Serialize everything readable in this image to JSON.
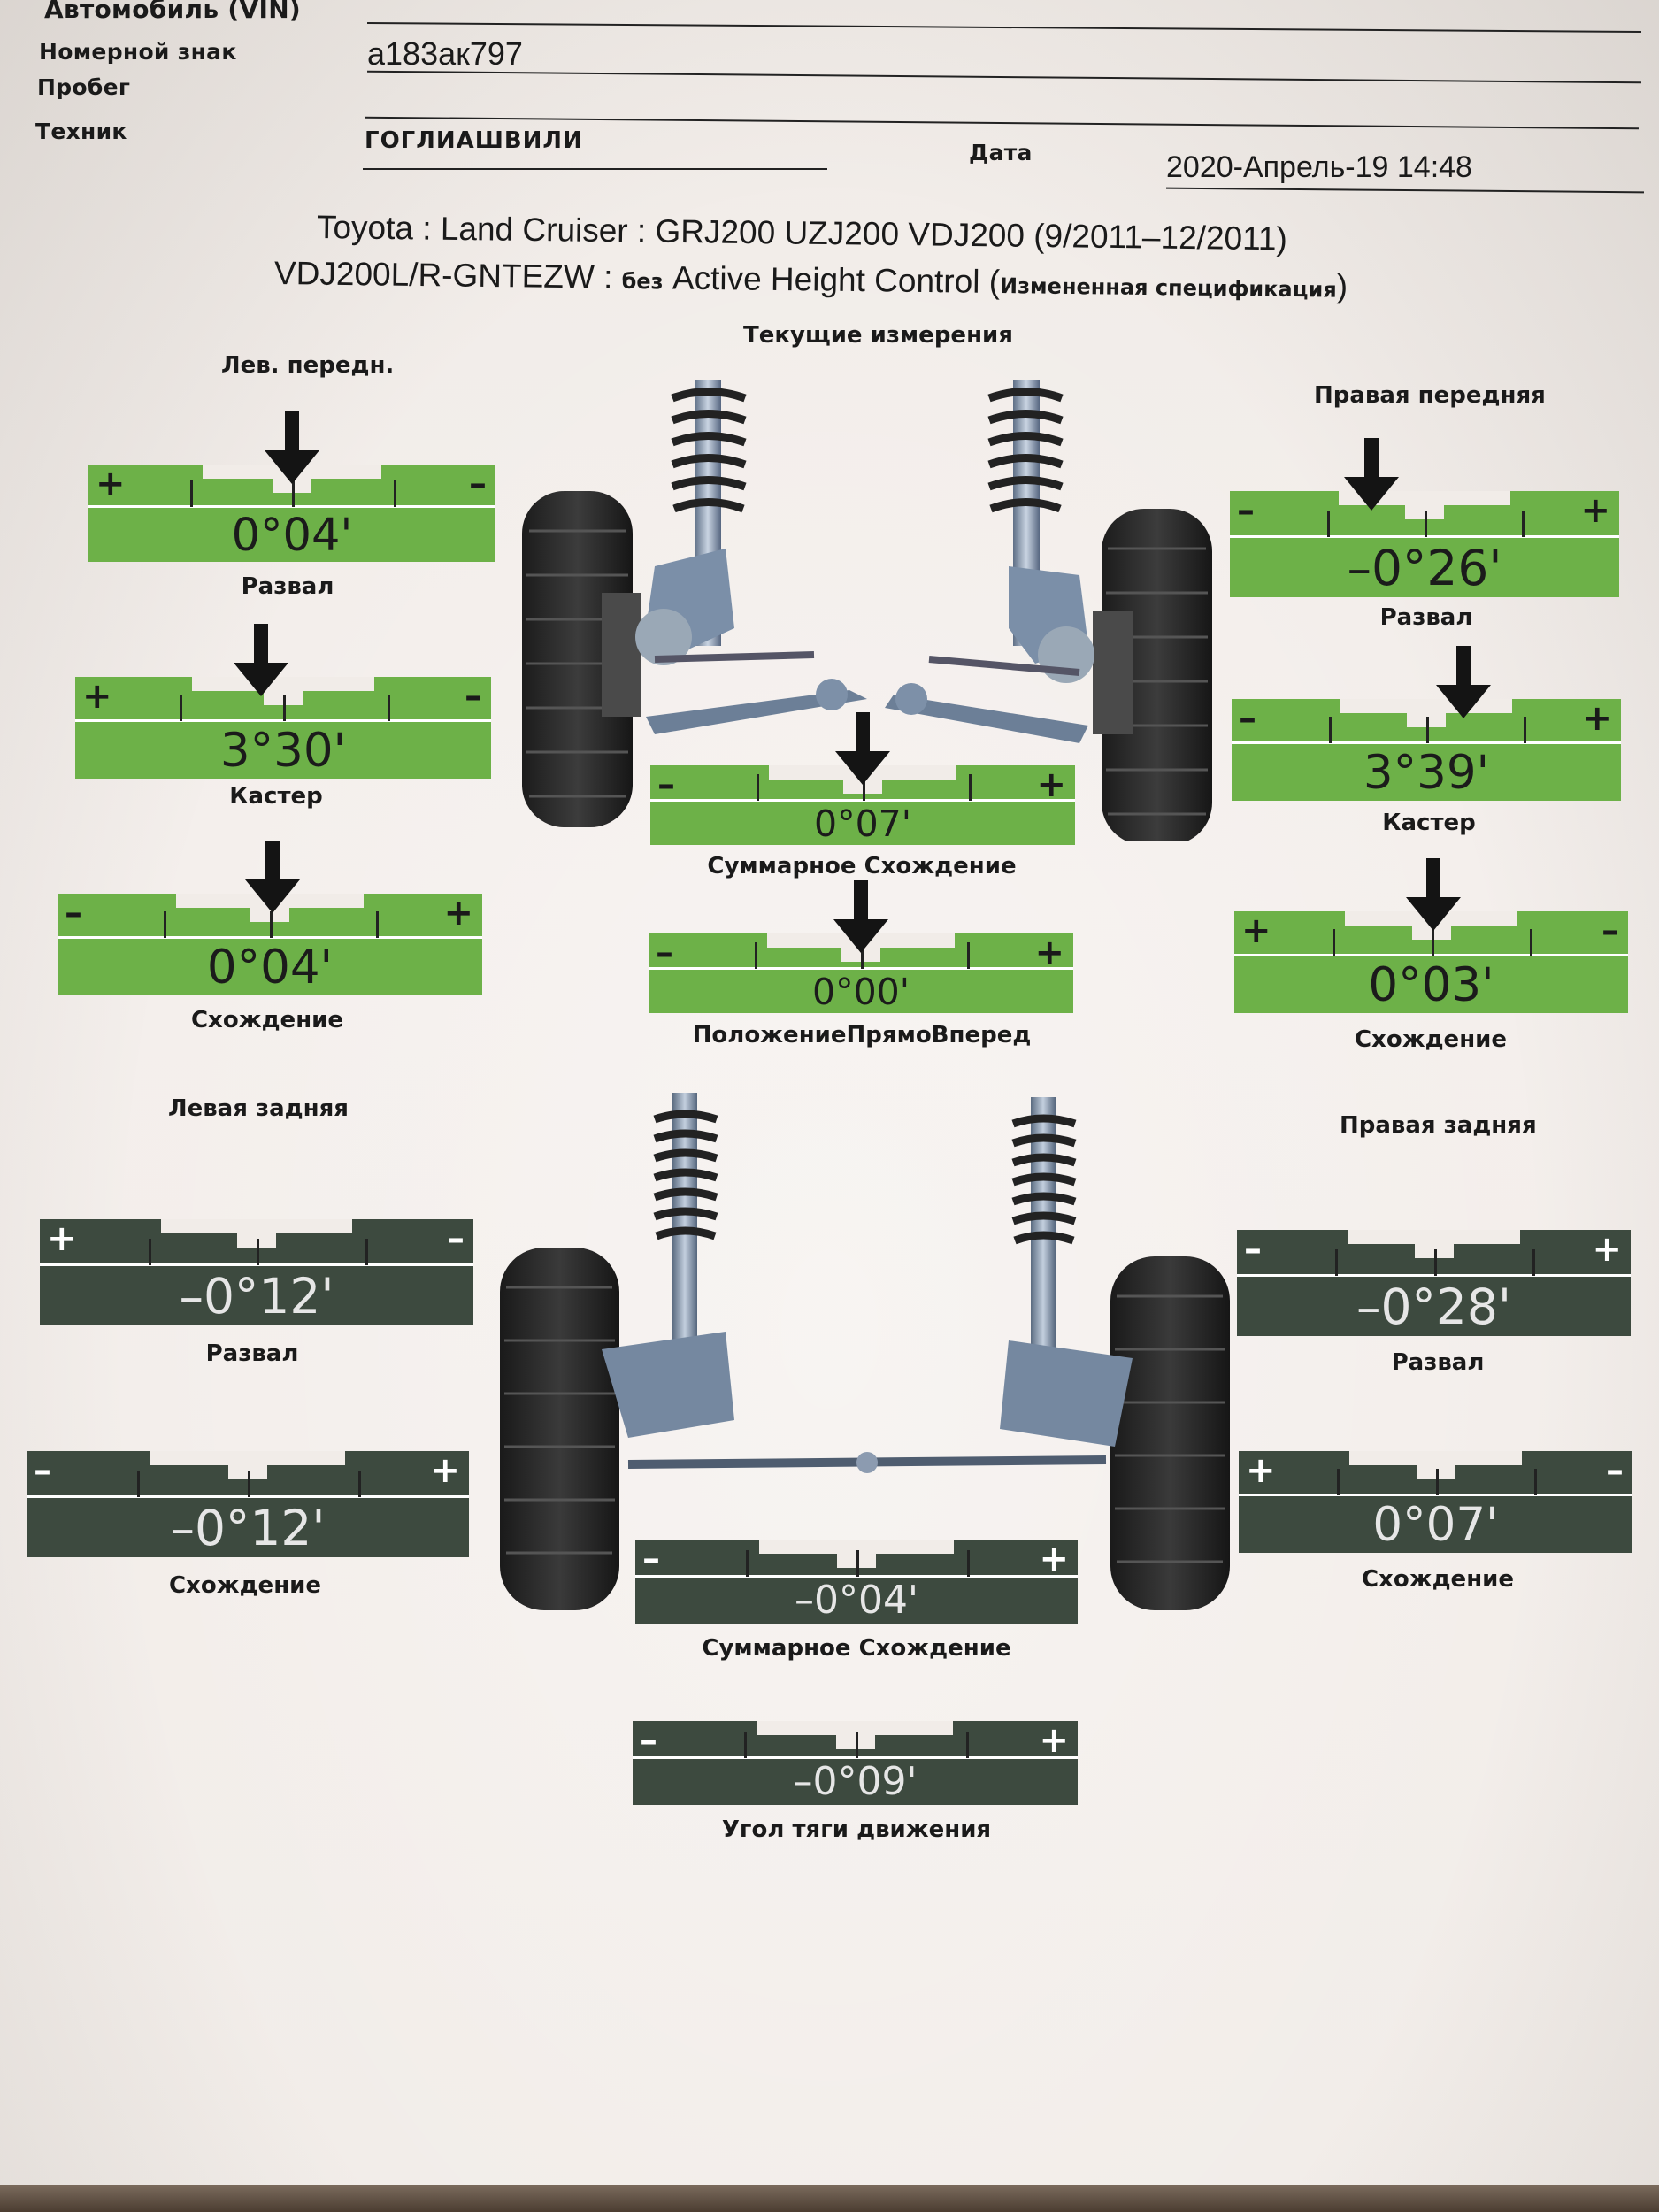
{
  "header": {
    "vin_label": "Автомобиль (VIN)",
    "plate_label": "Номерной знак",
    "plate_value": "а183ак797",
    "mileage_label": "Пробег",
    "technician_label": "Техник",
    "technician_value": "ГОГЛИАШВИЛИ",
    "date_label": "Дата",
    "date_value": "2020-Апрель-19 14:48"
  },
  "vehicle": {
    "line1": "Toyota : Land Cruiser : GRJ200 UZJ200 VDJ200 (9/2011–12/2011)",
    "line2_a": "VDJ200L/R-GNTEZW : ",
    "line2_b": "без",
    "line2_c": " Active Height Control (",
    "line2_d": "Измененная спецификация",
    "line2_e": ")"
  },
  "section_current": "Текущие измерения",
  "front_left": {
    "title": "Лев. передн.",
    "camber": {
      "label": "Развал",
      "value": "0°04'",
      "left_sign": "+",
      "right_sign": "–"
    },
    "caster": {
      "label": "Кастер",
      "value": "3°30'",
      "left_sign": "+",
      "right_sign": "–"
    },
    "toe": {
      "label": "Схождение",
      "value": "0°04'",
      "left_sign": "–",
      "right_sign": "+"
    }
  },
  "front_right": {
    "title": "Правая передняя",
    "camber": {
      "label": "Развал",
      "value": "–0°26'",
      "left_sign": "–",
      "right_sign": "+"
    },
    "caster": {
      "label": "Кастер",
      "value": "3°39'",
      "left_sign": "–",
      "right_sign": "+"
    },
    "toe": {
      "label": "Схождение",
      "value": "0°03'",
      "left_sign": "+",
      "right_sign": "–"
    }
  },
  "front_center": {
    "total_toe": {
      "label": "Суммарное Схождение",
      "value": "0°07'",
      "left_sign": "–",
      "right_sign": "+"
    },
    "straight_ahead": {
      "label": "ПоложениеПрямоВперед",
      "value": "0°00'",
      "left_sign": "–",
      "right_sign": "+"
    }
  },
  "rear_left": {
    "title": "Левая задняя",
    "camber": {
      "label": "Развал",
      "value": "–0°12'",
      "left_sign": "+",
      "right_sign": "–"
    },
    "toe": {
      "label": "Схождение",
      "value": "–0°12'",
      "left_sign": "–",
      "right_sign": "+"
    }
  },
  "rear_right": {
    "title": "Правая задняя",
    "camber": {
      "label": "Развал",
      "value": "–0°28'",
      "left_sign": "–",
      "right_sign": "+"
    },
    "toe": {
      "label": "Схождение",
      "value": "0°07'",
      "left_sign": "+",
      "right_sign": "–"
    }
  },
  "rear_center": {
    "total_toe": {
      "label": "Суммарное Схождение",
      "value": "–0°04'",
      "left_sign": "–",
      "right_sign": "+"
    },
    "thrust_angle": {
      "label": "Угол тяги движения",
      "value": "–0°09'",
      "left_sign": "–",
      "right_sign": "+"
    }
  },
  "colors": {
    "in_spec": "#6db148",
    "no_spec": "#3d4a3f"
  }
}
